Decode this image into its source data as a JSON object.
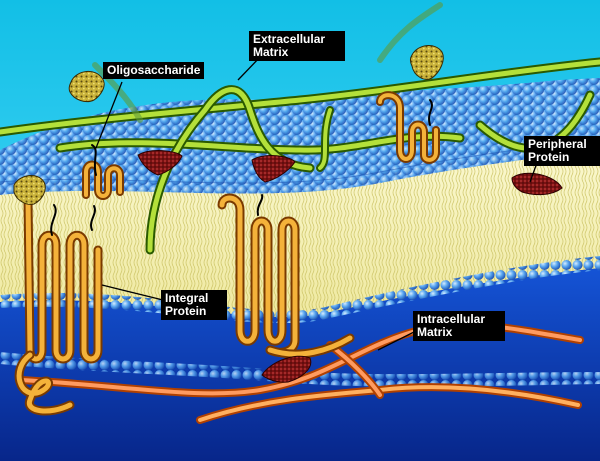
{
  "labels": {
    "extracellular_matrix": "Extracellular\nMatrix",
    "oligosaccharide": "Oligosaccharide",
    "peripheral_protein": "Peripheral\nProtein",
    "integral_protein": "Integral\nProtein",
    "intracellular_matrix": "Intracellular\nMatrix"
  },
  "colors": {
    "extracellular_sky_top": "#1fc8e8",
    "extracellular_sky_bottom": "#5fe0ff",
    "phospholipid_head": "#3f8fe0",
    "lipid_tail_layer": "#f7f5b8",
    "cytoplasm": "#0b3fb8",
    "protein_strand": "#f2a530",
    "matrix_fiber": "#8ac41a",
    "peripheral_protein": "#6a1010",
    "oligosaccharide": "#b9a12a",
    "intracellular_fiber": "#ff9060"
  }
}
